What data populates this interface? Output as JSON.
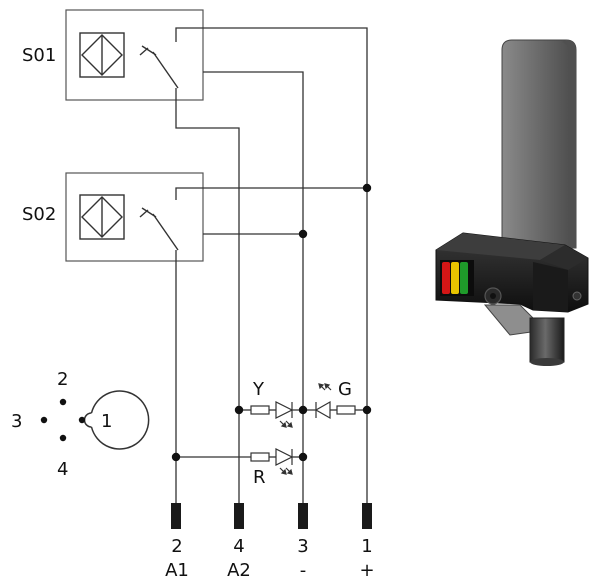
{
  "sensors": [
    {
      "id": "s01",
      "label": "S01"
    },
    {
      "id": "s02",
      "label": "S02"
    }
  ],
  "leds": {
    "yellow": {
      "label": "Y",
      "color": "#e8c400"
    },
    "green": {
      "label": "G",
      "color": "#1f9a2a"
    },
    "red": {
      "label": "R",
      "color": "#d41616"
    }
  },
  "connector": {
    "pins": [
      "2",
      "3",
      "1",
      "4"
    ]
  },
  "terminals": [
    {
      "pin": "2",
      "signal": "A1"
    },
    {
      "pin": "4",
      "signal": "A2"
    },
    {
      "pin": "3",
      "signal": "-"
    },
    {
      "pin": "1",
      "signal": "+"
    }
  ],
  "colors": {
    "line": "#333333",
    "box": "#555555",
    "terminal": "#1a1a1a",
    "device_body": "#1c1c1c",
    "device_lever": "#6e6e6e"
  }
}
